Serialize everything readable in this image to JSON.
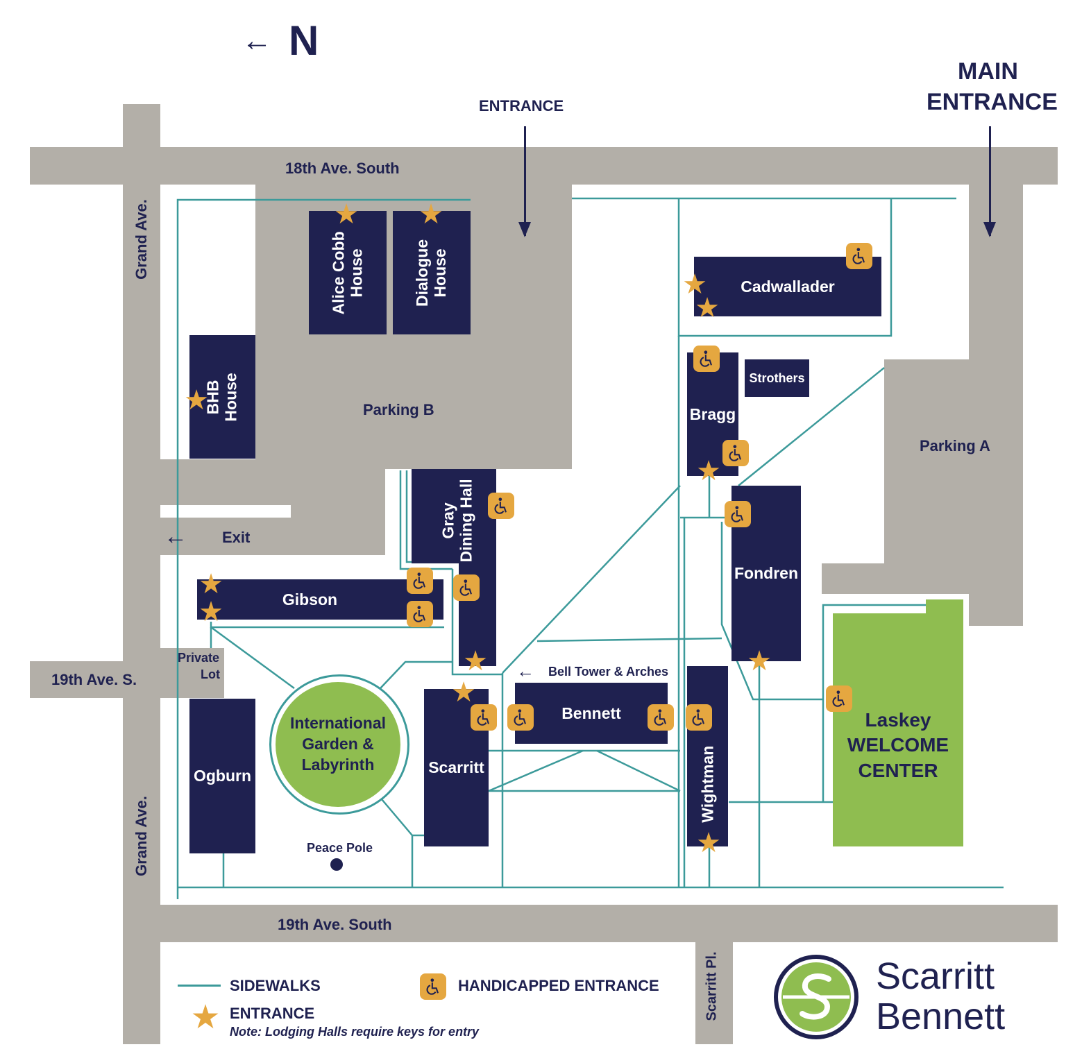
{
  "compass": {
    "arrow": "←",
    "letter": "N"
  },
  "entrances": {
    "top": "ENTRANCE",
    "main_line1": "MAIN",
    "main_line2": "ENTRANCE"
  },
  "roads": {
    "eighteenth": "18th Ave. South",
    "grand_top": "Grand Ave.",
    "grand_bottom": "Grand Ave.",
    "nineteenth_s": "19th Ave. S.",
    "nineteenth_south": "19th Ave. South",
    "scarritt_pl": "Scarritt Pl."
  },
  "areas": {
    "parking_b": "Parking B",
    "parking_a": "Parking A",
    "exit_arrow": "←",
    "exit": "Exit",
    "private_lot_1": "Private",
    "private_lot_2": "Lot",
    "peace_pole": "Peace Pole",
    "bell_tower_arrow": "←",
    "bell_tower": "Bell Tower & Arches"
  },
  "buildings": {
    "alice_cobb_1": "Alice Cobb",
    "alice_cobb_2": "House",
    "dialogue_1": "Dialogue",
    "dialogue_2": "House",
    "bhb_1": "BHB",
    "bhb_2": "House",
    "cadwallader": "Cadwallader",
    "strothers": "Strothers",
    "bragg": "Bragg",
    "gray_1": "Gray",
    "gray_2": "Dining Hall",
    "gibson": "Gibson",
    "fondren": "Fondren",
    "bennett": "Bennett",
    "scarritt": "Scarritt",
    "wightman": "Wightman",
    "ogburn": "Ogburn",
    "garden_1": "International",
    "garden_2": "Garden &",
    "garden_3": "Labyrinth",
    "laskey_1": "Laskey",
    "laskey_2": "WELCOME",
    "laskey_3": "CENTER"
  },
  "legend": {
    "sidewalks": "SIDEWALKS",
    "entrance": "ENTRANCE",
    "handicapped": "HANDICAPPED ENTRANCE",
    "note": "Note: Lodging Halls require keys for entry"
  },
  "logo": {
    "line1": "Scarritt",
    "line2": "Bennett"
  },
  "colors": {
    "building": "#1f2150",
    "road": "#b3afa8",
    "green": "#8fbd50",
    "sidewalk": "#3c9a9a",
    "marker": "#e5a740"
  }
}
